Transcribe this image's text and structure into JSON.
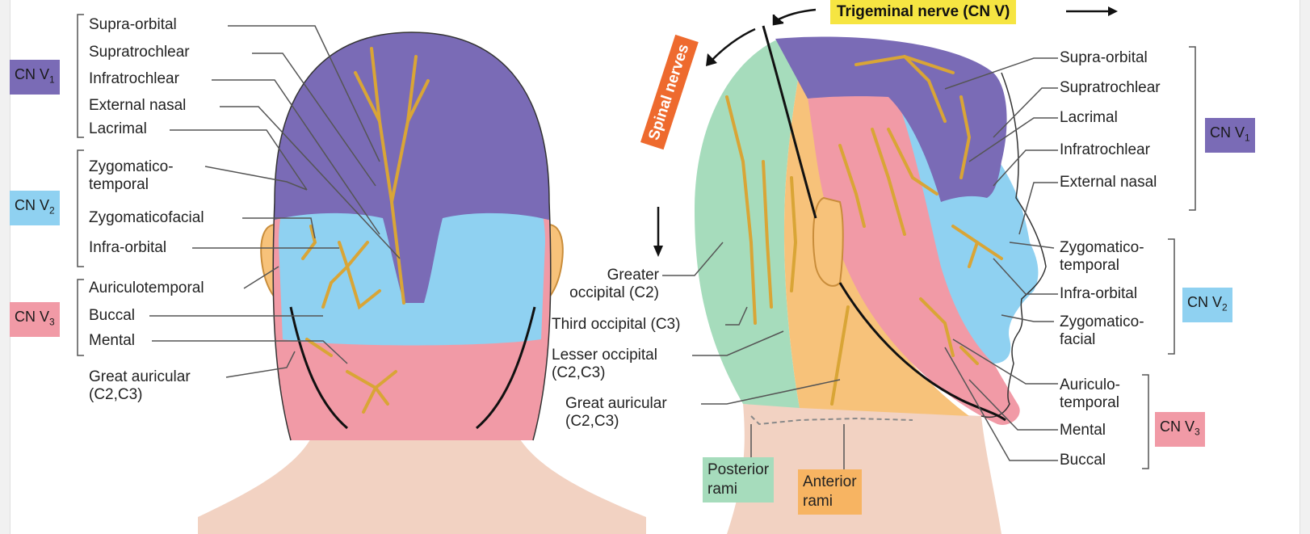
{
  "title": "Trigeminal nerve (CN V)",
  "spinal_label": "Spinal nerves",
  "colors": {
    "v1": "#7a6bb6",
    "v2": "#8fd1f1",
    "v3": "#f19aa6",
    "cervical": "#f7c27a",
    "posterior": "#a6dcbc",
    "skin": "#f2d2c2",
    "nerve": "#d9a536",
    "title_bg": "#f6e542",
    "spinal_bg": "#ee6a2e"
  },
  "front": {
    "groups": {
      "v1": {
        "prefix": "CN V",
        "sub": "1"
      },
      "v2": {
        "prefix": "CN V",
        "sub": "2"
      },
      "v3": {
        "prefix": "CN V",
        "sub": "3"
      }
    },
    "labels": {
      "supra_orbital": "Supra-orbital",
      "supratrochlear": "Supratrochlear",
      "infratrochlear": "Infratrochlear",
      "external_nasal": "External nasal",
      "lacrimal": "Lacrimal",
      "zygomaticotemporal_1": "Zygomatico-",
      "zygomaticotemporal_2": "temporal",
      "zygomaticofacial": "Zygomaticofacial",
      "infra_orbital": "Infra-orbital",
      "auriculotemporal": "Auriculotemporal",
      "buccal": "Buccal",
      "mental": "Mental",
      "great_auricular_1": "Great auricular",
      "great_auricular_2": "(C2,C3)"
    }
  },
  "side": {
    "groups": {
      "v1": {
        "prefix": "CN V",
        "sub": "1"
      },
      "v2": {
        "prefix": "CN V",
        "sub": "2"
      },
      "v3": {
        "prefix": "CN V",
        "sub": "3"
      }
    },
    "labels": {
      "supra_orbital": "Supra-orbital",
      "supratrochlear": "Supratrochlear",
      "lacrimal": "Lacrimal",
      "infratrochlear": "Infratrochlear",
      "external_nasal": "External nasal",
      "zygomaticotemporal_1": "Zygomatico-",
      "zygomaticotemporal_2": "temporal",
      "infra_orbital": "Infra-orbital",
      "zygomaticofacial_1": "Zygomatico-",
      "zygomaticofacial_2": "facial",
      "auriculotemporal_1": "Auriculo-",
      "auriculotemporal_2": "temporal",
      "mental": "Mental",
      "buccal": "Buccal",
      "greater_occipital_1": "Greater",
      "greater_occipital_2": "occipital (C2)",
      "third_occipital": "Third occipital (C3)",
      "lesser_occipital_1": "Lesser occipital",
      "lesser_occipital_2": "(C2,C3)",
      "great_auricular_1": "Great auricular",
      "great_auricular_2": "(C2,C3)",
      "posterior_rami_1": "Posterior",
      "posterior_rami_2": "rami",
      "anterior_rami_1": "Anterior",
      "anterior_rami_2": "rami"
    }
  }
}
